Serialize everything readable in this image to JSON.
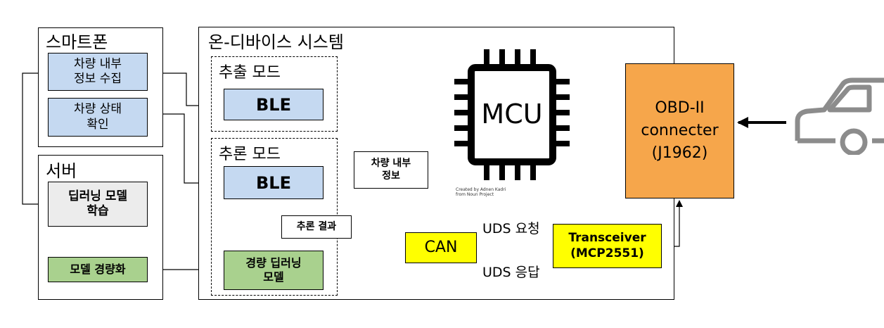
{
  "smartphone": {
    "title": "스마트폰",
    "box1": "차량 내부\n정보 수집",
    "box2": "차량 상태\n확인"
  },
  "server": {
    "title": "서버",
    "train": "딥러닝 모델\n학습",
    "compress": "모델 경량화"
  },
  "ondevice": {
    "title": "온-디바이스 시스템",
    "extract_mode": {
      "title": "추출 모드",
      "ble": "BLE"
    },
    "infer_mode": {
      "title": "추론 모드",
      "ble": "BLE",
      "model": "경량 딥러닝\n모델"
    },
    "infer_result": "추론 결과",
    "vehicle_info": "차량 내부\n정보",
    "mcu": {
      "label": "MCU",
      "credit": "Created by Adnen Kadri\nfrom Noun Project"
    },
    "can": "CAN",
    "uds_request": "UDS 요청",
    "uds_response": "UDS 응답",
    "transceiver": "Transceiver\n(MCP2551)"
  },
  "obd": {
    "label": "OBD-II\nconnecter\n(J1962)"
  },
  "icons": {
    "mcu": "chip-icon",
    "car": "car-icon"
  },
  "colors": {
    "blue": "#c5d9f1",
    "green": "#a9d18e",
    "grey": "#ececec",
    "yellow": "#ffff00",
    "orange": "#f6a64b"
  }
}
